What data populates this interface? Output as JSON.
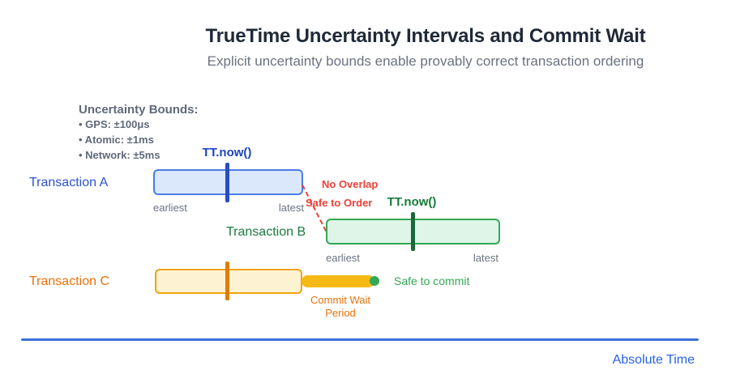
{
  "header": {
    "title": "TrueTime Uncertainty Intervals and Commit Wait",
    "subtitle": "Explicit uncertainty bounds enable provably correct transaction ordering"
  },
  "legend": {
    "heading": "Uncertainty Bounds:",
    "items": [
      "• GPS: ±100μs",
      "• Atomic: ±1ms",
      "• Network: ±5ms"
    ]
  },
  "transaction_a": {
    "label": "Transaction A",
    "tt_now": "TT.now()",
    "earliest": "earliest",
    "latest": "latest"
  },
  "transaction_b": {
    "label": "Transaction B",
    "tt_now": "TT.now()",
    "earliest": "earliest",
    "latest": "latest"
  },
  "transaction_c": {
    "label": "Transaction C"
  },
  "annotations": {
    "no_overlap": "No Overlap",
    "safe_to_order": "Safe to Order",
    "commit_wait": "Commit Wait",
    "commit_wait_period": "Period",
    "safe_to_commit": "Safe to commit"
  },
  "axis": {
    "label": "Absolute Time"
  },
  "colors": {
    "title_text": "#1f2937",
    "muted_text": "#6b7280",
    "legend_text": "#60697a",
    "blue_label": "#2d52cc",
    "blue_fill": "#dbe7fb",
    "blue_border": "#4a7de8",
    "blue_tick": "#2a4cc2",
    "blue_tt_now": "#1d43c0",
    "green_label": "#1b7a3d",
    "green_fill": "#def5e8",
    "green_border": "#34a853",
    "green_tick": "#17693a",
    "green_tt_now": "#157a38",
    "orange_label": "#e8710a",
    "orange_fill": "#fdf3d2",
    "orange_border": "#f0a313",
    "orange_tick": "#e07c00",
    "commit_wait_pill": "#f5b916",
    "commit_dot": "#34a853",
    "safe_to_commit_text": "#34a853",
    "red_annotation": "#ee4037",
    "axis_line": "#3d6fd8",
    "axis_label": "#2563eb"
  }
}
